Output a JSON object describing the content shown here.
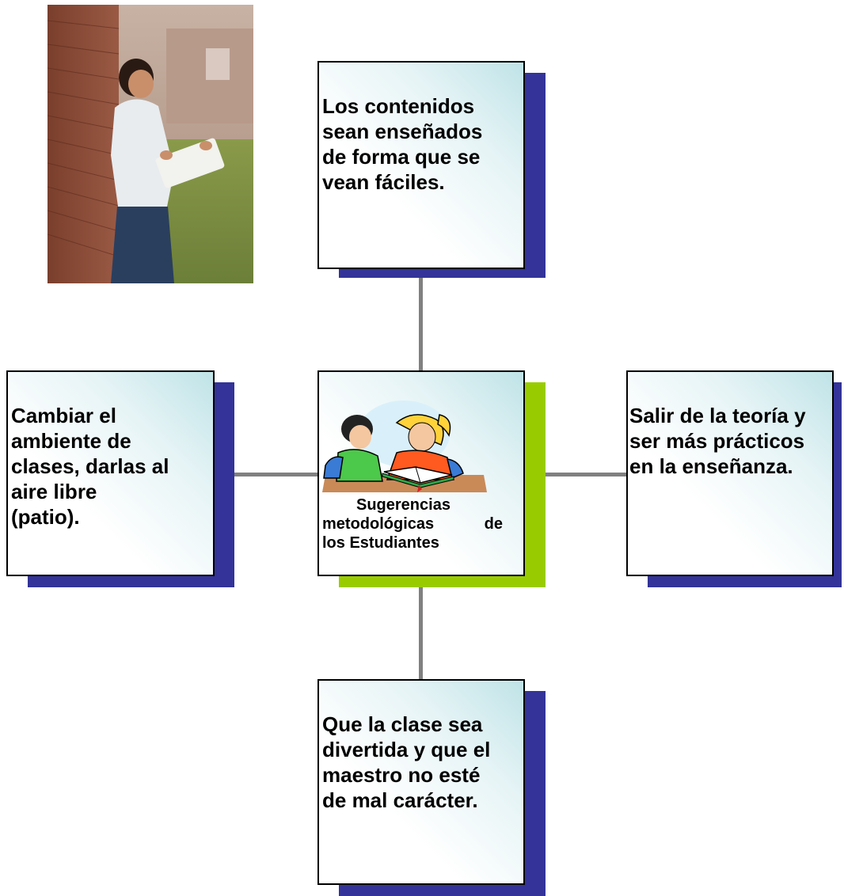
{
  "diagram": {
    "center": {
      "lines": [
        "Sugerencias",
        "metodológicas de",
        "los Estudiantes"
      ]
    },
    "nodes": {
      "top": "Los contenidos\nsean enseñados\nde forma que se\nvean fáciles.",
      "left": "Cambiar el\nambiente de\nclases, darlas al\naire libre\n(patio).",
      "right": "Salir de la teoría y\nser más prácticos\nen la enseñanza.",
      "bottom": "Que la clase sea\ndivertida y que el\nmaestro no esté\nde mal carácter."
    },
    "colors": {
      "shadow_blue": "#333399",
      "shadow_green": "#99cc00",
      "connector": "#808080",
      "box_gradient_top": "#bfe3e7"
    },
    "images": {
      "photo": "student-reading-by-wall",
      "clipart": "two-children-reading-book"
    }
  }
}
